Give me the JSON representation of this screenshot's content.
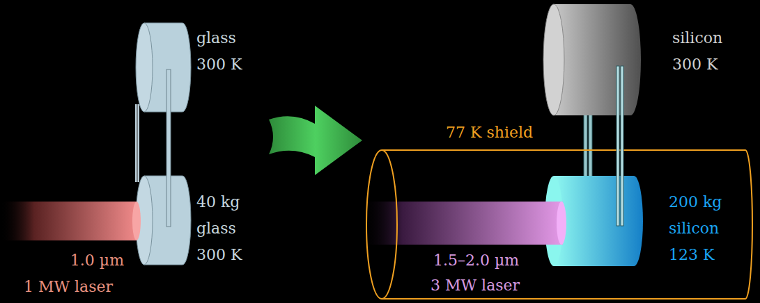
{
  "diagram": {
    "labels": [
      "glass",
      "300 K",
      "40 kg",
      "glass",
      "300 K",
      "1.0 µm",
      "1 MW laser",
      "silicon",
      "300 K",
      "77 K shield",
      "200 kg",
      "silicon",
      "123 K",
      "1.5–2.0 µm",
      "3 MW laser"
    ]
  }
}
